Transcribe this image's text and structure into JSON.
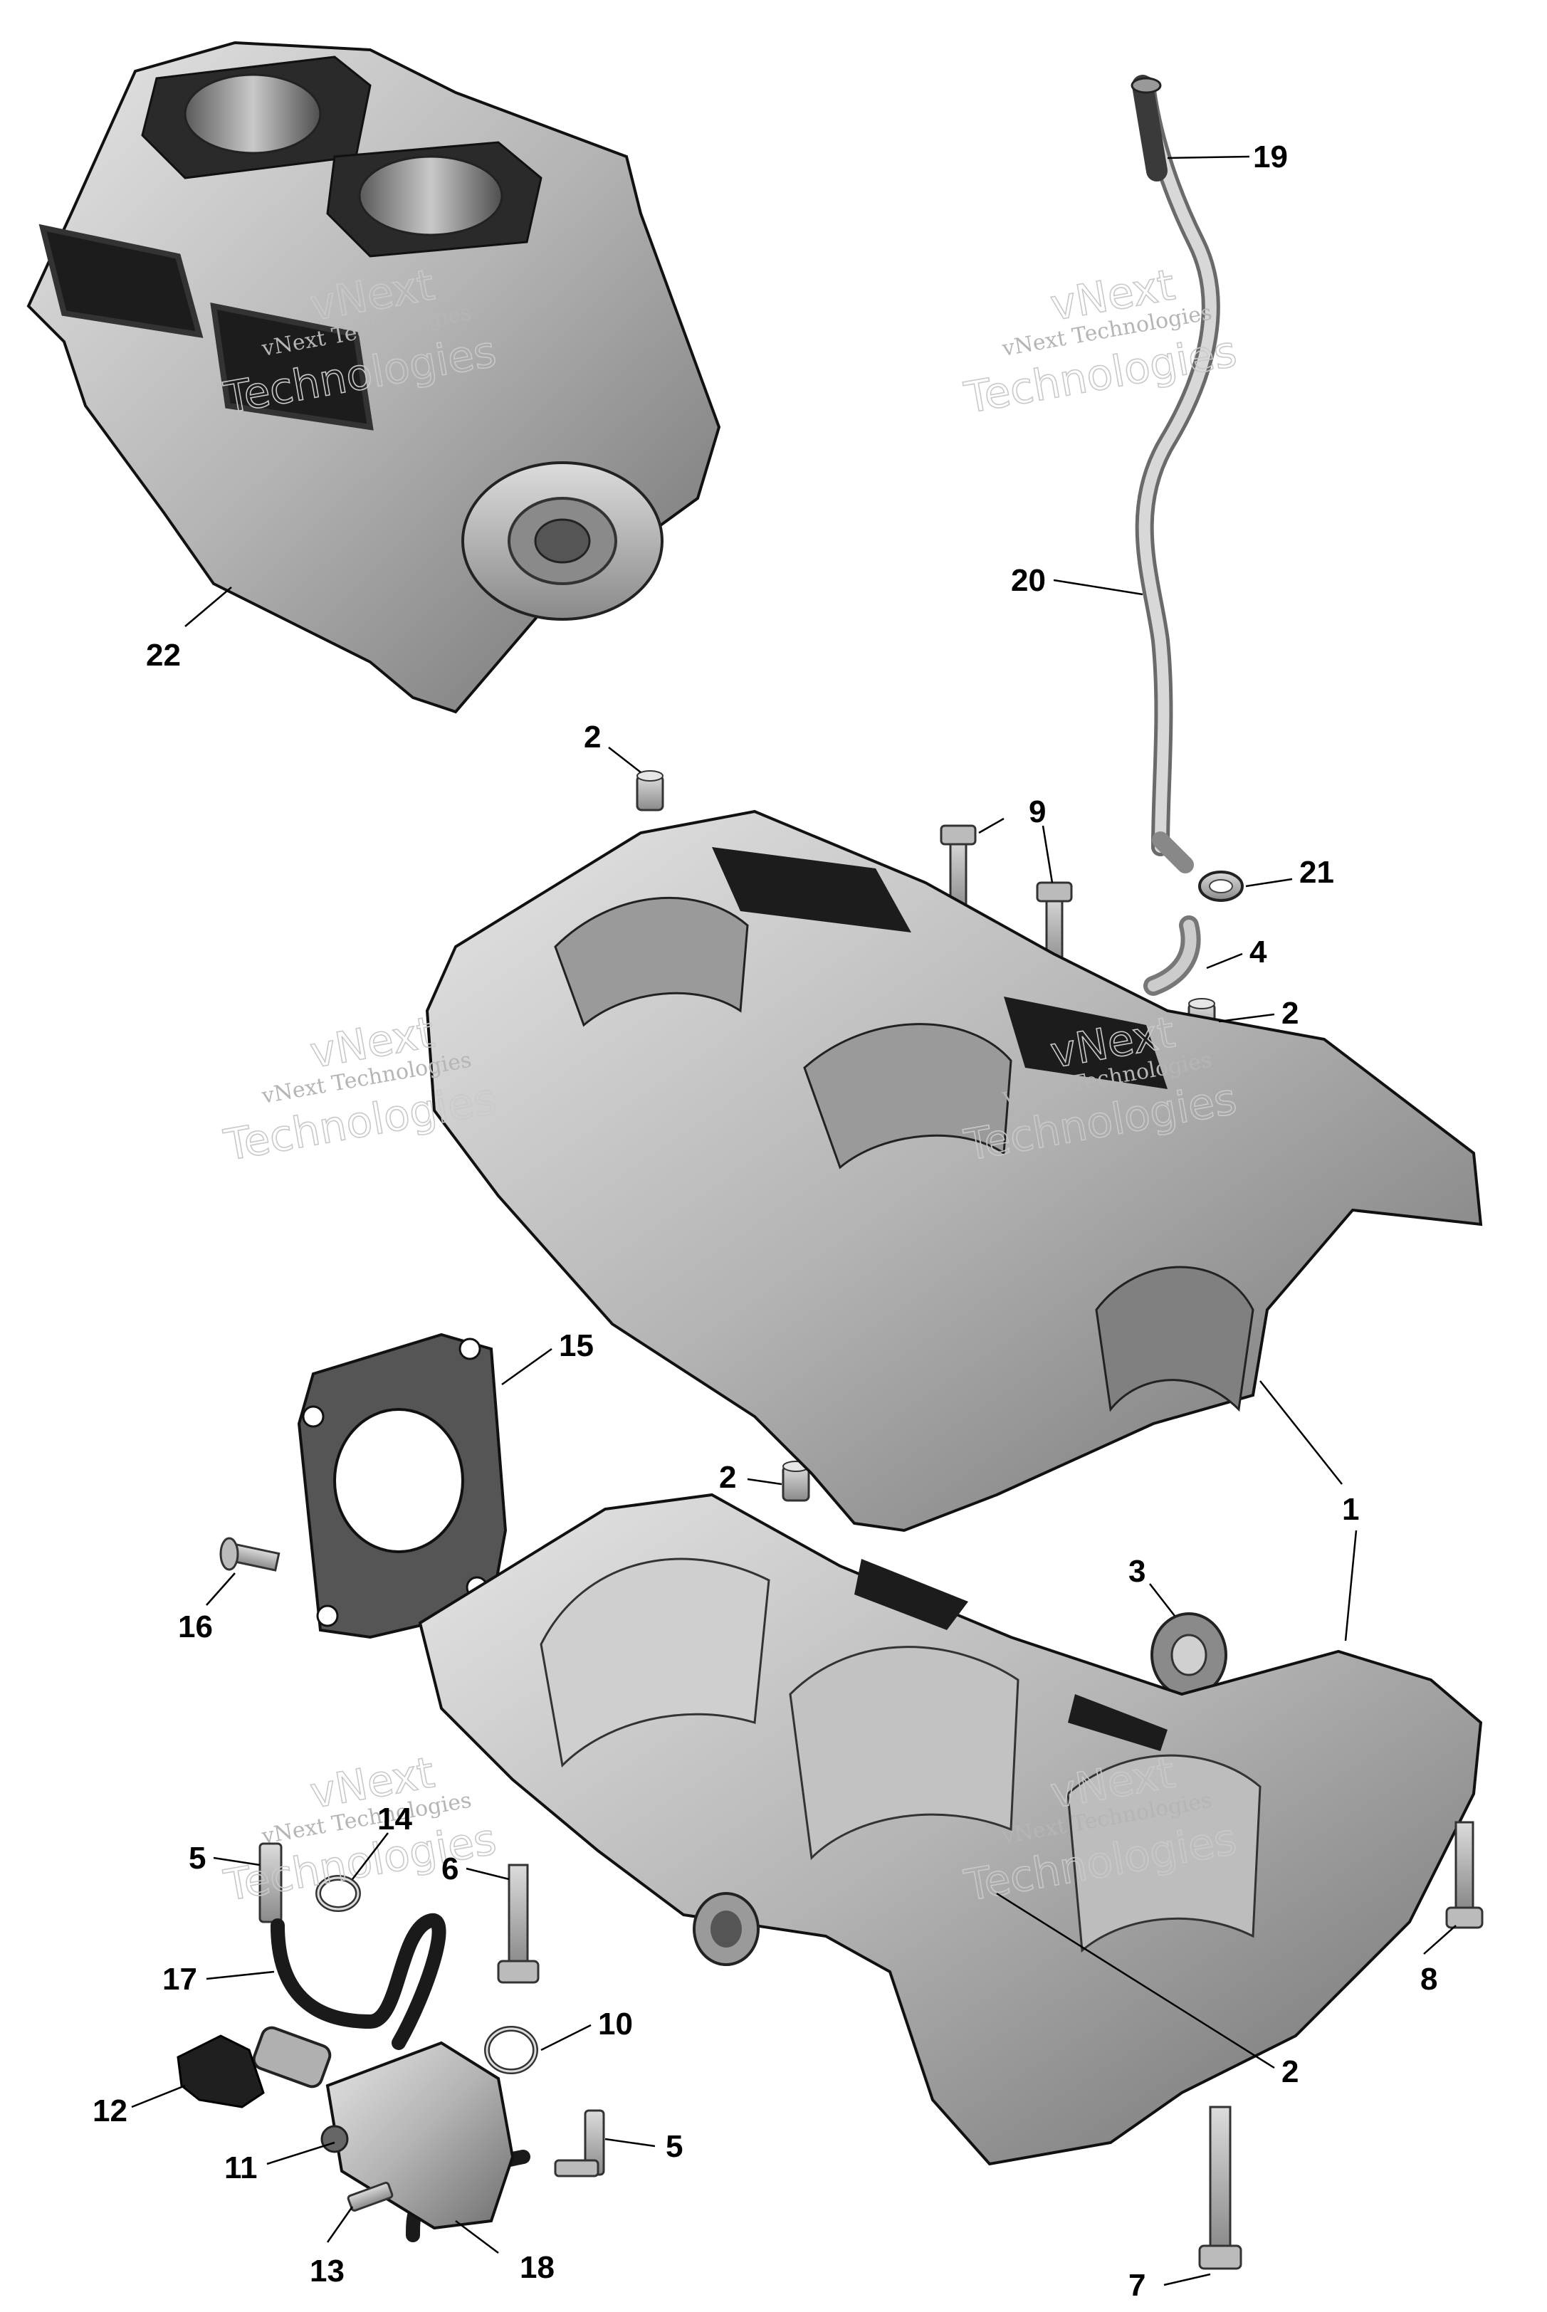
{
  "callouts": [
    {
      "id": "c1",
      "text": "1"
    },
    {
      "id": "c2a",
      "text": "2"
    },
    {
      "id": "c2b",
      "text": "2"
    },
    {
      "id": "c2c",
      "text": "2"
    },
    {
      "id": "c2d",
      "text": "2"
    },
    {
      "id": "c3",
      "text": "3"
    },
    {
      "id": "c4",
      "text": "4"
    },
    {
      "id": "c5a",
      "text": "5"
    },
    {
      "id": "c5b",
      "text": "5"
    },
    {
      "id": "c6",
      "text": "6"
    },
    {
      "id": "c7",
      "text": "7"
    },
    {
      "id": "c8",
      "text": "8"
    },
    {
      "id": "c9",
      "text": "9"
    },
    {
      "id": "c10",
      "text": "10"
    },
    {
      "id": "c11",
      "text": "11"
    },
    {
      "id": "c12",
      "text": "12"
    },
    {
      "id": "c13",
      "text": "13"
    },
    {
      "id": "c14",
      "text": "14"
    },
    {
      "id": "c15",
      "text": "15"
    },
    {
      "id": "c16",
      "text": "16"
    },
    {
      "id": "c17",
      "text": "17"
    },
    {
      "id": "c18",
      "text": "18"
    },
    {
      "id": "c19",
      "text": "19"
    },
    {
      "id": "c20",
      "text": "20"
    },
    {
      "id": "c21",
      "text": "21"
    },
    {
      "id": "c22",
      "text": "22"
    }
  ],
  "watermark": {
    "line1": "vNext",
    "line2": "vNext Technologies",
    "line3": "Technologies"
  },
  "colors": {
    "metal_light": "#d4d4d4",
    "metal_mid": "#a8a8a8",
    "metal_dark": "#5c5c5c",
    "black_part": "#1a1a1a",
    "leader": "#000000"
  }
}
